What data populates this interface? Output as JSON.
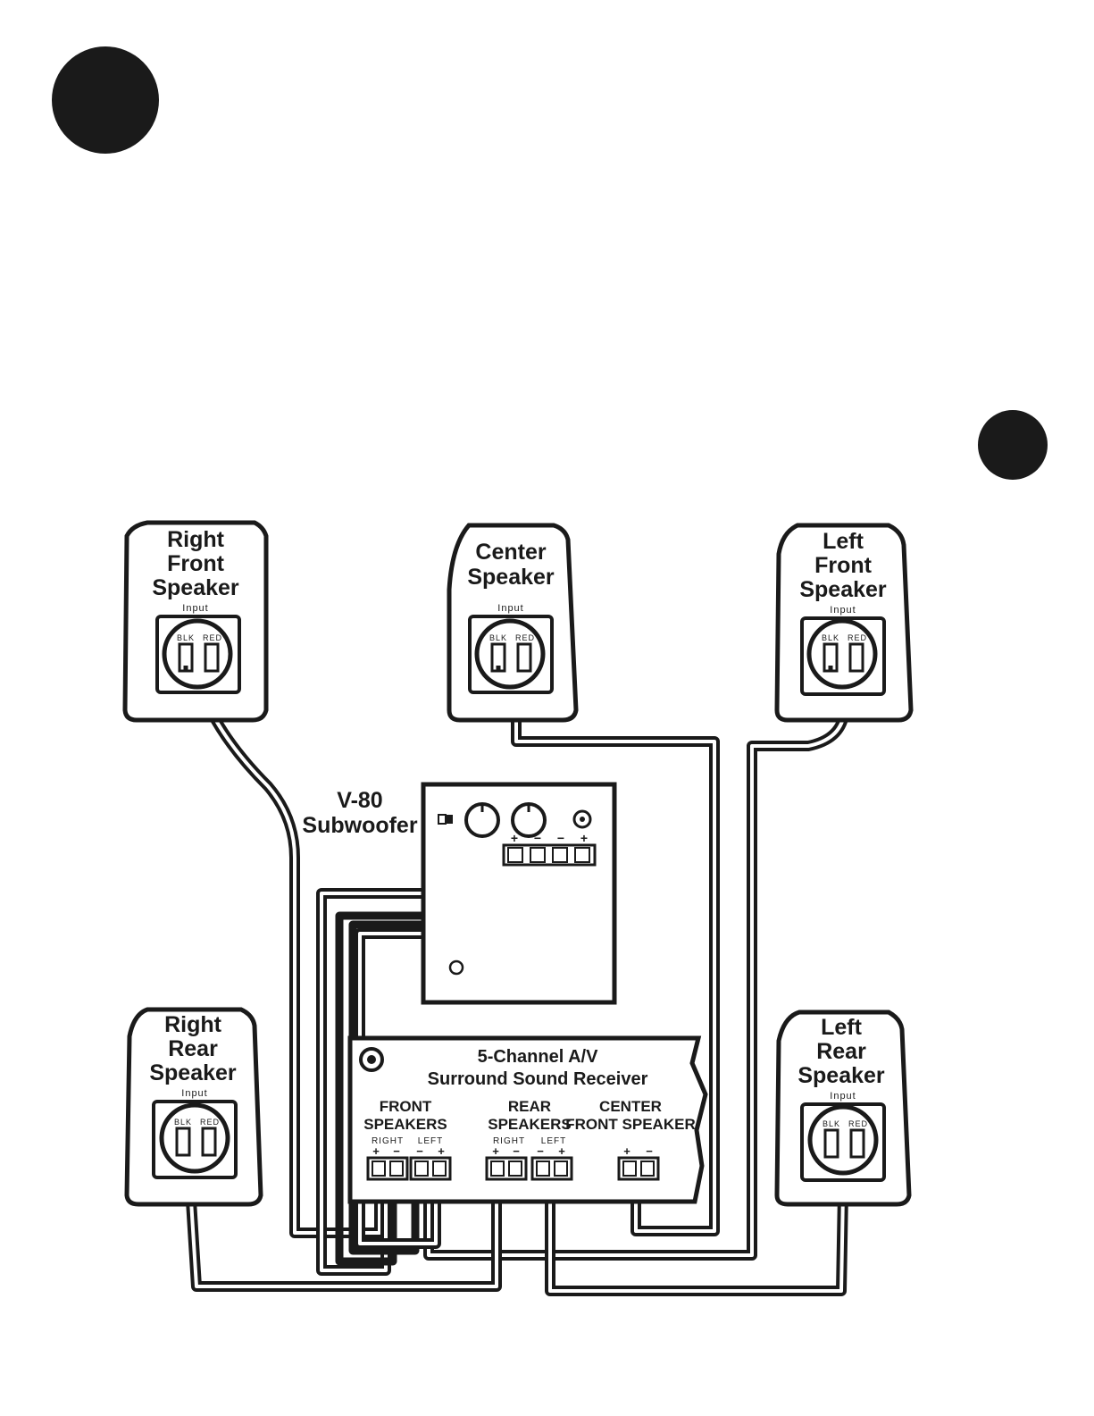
{
  "colors": {
    "ink": "#1a1a1a",
    "paper": "#ffffff"
  },
  "speakers": {
    "right_front": {
      "lines": [
        "Right",
        "Front",
        "Speaker"
      ],
      "input": "Input",
      "blk": "BLK",
      "red": "RED"
    },
    "center": {
      "lines": [
        "Center",
        "Speaker"
      ],
      "input": "Input",
      "blk": "BLK",
      "red": "RED"
    },
    "left_front": {
      "lines": [
        "Left",
        "Front",
        "Speaker"
      ],
      "input": "Input",
      "blk": "BLK",
      "red": "RED"
    },
    "right_rear": {
      "lines": [
        "Right",
        "Rear",
        "Speaker"
      ],
      "input": "Input",
      "blk": "BLK",
      "red": "RED"
    },
    "left_rear": {
      "lines": [
        "Left",
        "Rear",
        "Speaker"
      ],
      "input": "Input",
      "blk": "BLK",
      "red": "RED"
    }
  },
  "subwoofer": {
    "label_lines": [
      "V-80",
      "Subwoofer"
    ],
    "terminal_signs": [
      "+",
      "−",
      "−",
      "+"
    ]
  },
  "receiver": {
    "title_lines": [
      "5-Channel A/V",
      "Surround Sound Receiver"
    ],
    "front": {
      "lines": [
        "FRONT",
        "SPEAKERS"
      ],
      "right": "RIGHT",
      "left": "LEFT"
    },
    "rear": {
      "lines": [
        "REAR",
        "SPEAKERS"
      ],
      "right": "RIGHT",
      "left": "LEFT"
    },
    "center": {
      "lines": [
        "CENTER",
        "FRONT SPEAKER"
      ]
    }
  }
}
